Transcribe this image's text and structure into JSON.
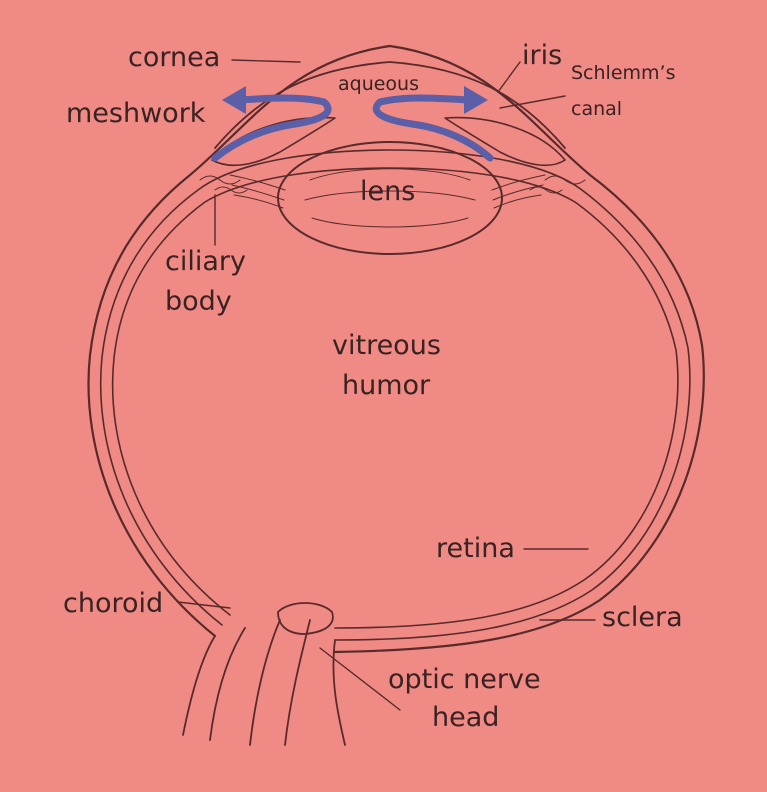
{
  "background_color": "#ef8a85",
  "line_color": "#5a2a2a",
  "arrow_color": "#5b5fa8",
  "labels": {
    "cornea": "cornea",
    "iris": "iris",
    "schlemms_line1": "Schlemm’s",
    "schlemms_line2": "canal",
    "aqueous": "aqueous",
    "meshwork": "meshwork",
    "lens": "lens",
    "ciliary_line1": "ciliary",
    "ciliary_line2": "body",
    "vitreous_line1": "vitreous",
    "vitreous_line2": "humor",
    "retina": "retina",
    "choroid": "choroid",
    "sclera": "sclera",
    "optic_line1": "optic nerve",
    "optic_line2": "head"
  }
}
